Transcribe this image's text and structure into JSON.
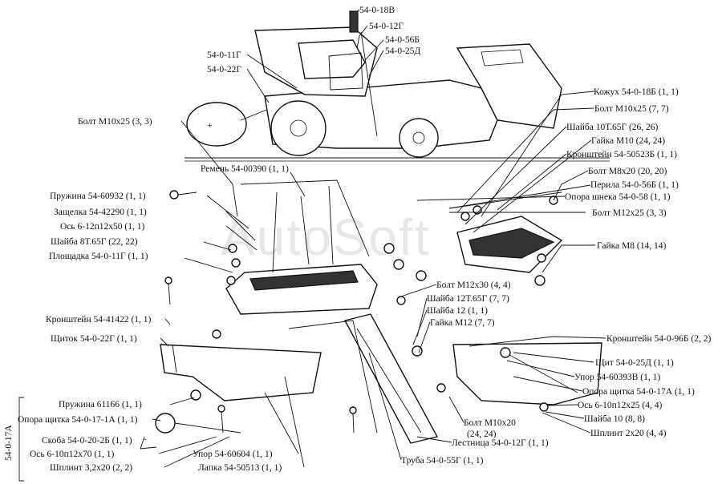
{
  "watermark": "AutoSoft",
  "group_label": "54-0-17А",
  "labels": {
    "t_54_0_18v": "54-0-18В",
    "t_54_0_12g": "54-0-12Г",
    "t_54_0_56b": "54-0-56Б",
    "t_54_0_25d": "54-0-25Д",
    "t_54_0_11g": "54-0-11Г",
    "t_54_0_22g": "54-0-22Г",
    "kozhukh": "Кожух 54-0-18Б (1, 1)",
    "bolt_m10x25_77": "Болт М10х25 (7, 7)",
    "shayba_10t": "Шайба 10Т.65Г (26, 26)",
    "gayka_m10": "Гайка М10 (24, 24)",
    "kronshtein_54_50523b": "Кронштейн 54-50523Б (1, 1)",
    "bolt_m8x20": "Болт М8х20 (20, 20)",
    "perila": "Перила 54-0-56Б (1, 1)",
    "opora_shneka": "Опора шнека 54-0-58 (1, 1)",
    "bolt_m12x25": "Болт М12х25 (3, 3)",
    "gayka_m8": "Гайка М8 (14, 14)",
    "bolt_m10x25_33": "Болт М10х25 (3, 3)",
    "remen": "Ремень 54-00390 (1, 1)",
    "pruzhina_54_60932": "Пружина 54-60932 (1, 1)",
    "zashchelka": "Защелка 54-42290 (1, 1)",
    "os_6_12": "Ось 6-12п12х50 (1, 1)",
    "shayba_8t": "Шайба 8Т.65Г (22, 22)",
    "ploshchadka": "Площадка 54-0-11Г (1, 1)",
    "bolt_m12x30": "Болт М12х30 (4, 4)",
    "shayba_12t": "Шайба 12Т.65Г (7, 7)",
    "shayba_12": "Шайба 12 (1, 1)",
    "gayka_m12": "Гайка М12 (7, 7)",
    "kronshtein_54_41422": "Кронштейн 54-41422 (1, 1)",
    "shchitok": "Щиток 54-0-22Г (1, 1)",
    "kronshtein_54_0_96b": "Кронштейн 54-0-96Б (2, 2)",
    "shchit": "Щит 54-0-25Д (1, 1)",
    "upor_54_60393v": "Упор 54-60393В (1, 1)",
    "opora_shchitka_a": "Опора щитка 54-0-17А (1, 1)",
    "os_6_10_25": "Ось 6-10п12х25 (4, 4)",
    "shayba_10": "Шайба 10 (8, 8)",
    "shplint_2x20": "Шплинт 2х20 (4, 4)",
    "pruzhina_61166": "Пружина 61166 (1, 1)",
    "opora_shchitka_1a": "Опора щитка 54-0-17-1А (1, 1)",
    "skoba": "Скоба 54-0-20-2Б (1, 1)",
    "os_6_10_70": "Ось 6-10п12х70 (1, 1)",
    "shplint_3_2x20": "Шплинт 3,2х20 (2, 2)",
    "upor_54_60604": "Упор 54-60604 (1, 1)",
    "lapka": "Лапка 54-50513 (1, 1)",
    "bolt_m10x20": "Болт М10х20",
    "bolt_m10x20_qty": "(24, 24)",
    "lestnitsa": "Лестница 54-0-12Г (1, 1)",
    "truba": "Труба 54-0-55Г (1, 1)"
  }
}
